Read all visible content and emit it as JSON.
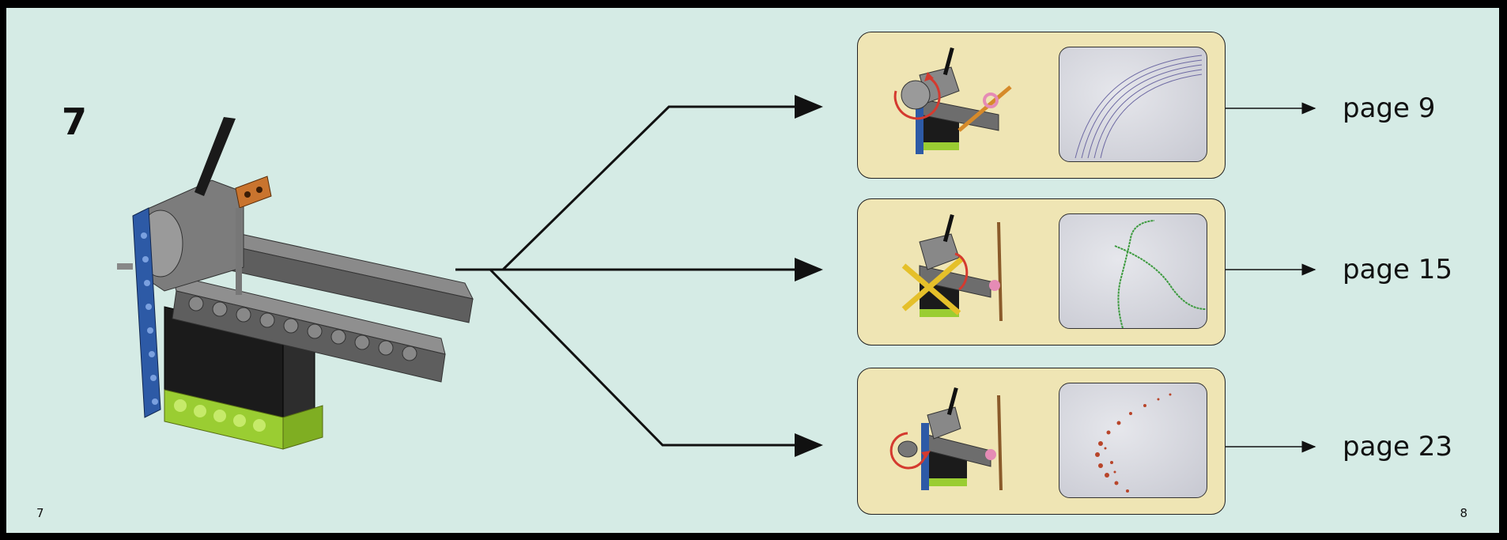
{
  "step": {
    "number": "7"
  },
  "footer": {
    "left_page": "7",
    "right_page": "8"
  },
  "options": [
    {
      "link_label": "page 9",
      "photo_desc": "thin-spiral-lines",
      "ink_color": "#6e6aa3"
    },
    {
      "link_label": "page 15",
      "photo_desc": "wavy-lines",
      "ink_color": "#3c9a3e"
    },
    {
      "link_label": "page 23",
      "photo_desc": "dotted-trail",
      "ink_color": "#b8452a"
    }
  ],
  "colors": {
    "background": "#d5ebe5",
    "card": "#efe5b4",
    "beam_gray": "#6d6d6d",
    "brick_black": "#1b1b1b",
    "lime": "#9acd32",
    "blue_beam": "#2d5aa6",
    "orange": "#c9742e",
    "arrow_red": "#d43a2f"
  }
}
